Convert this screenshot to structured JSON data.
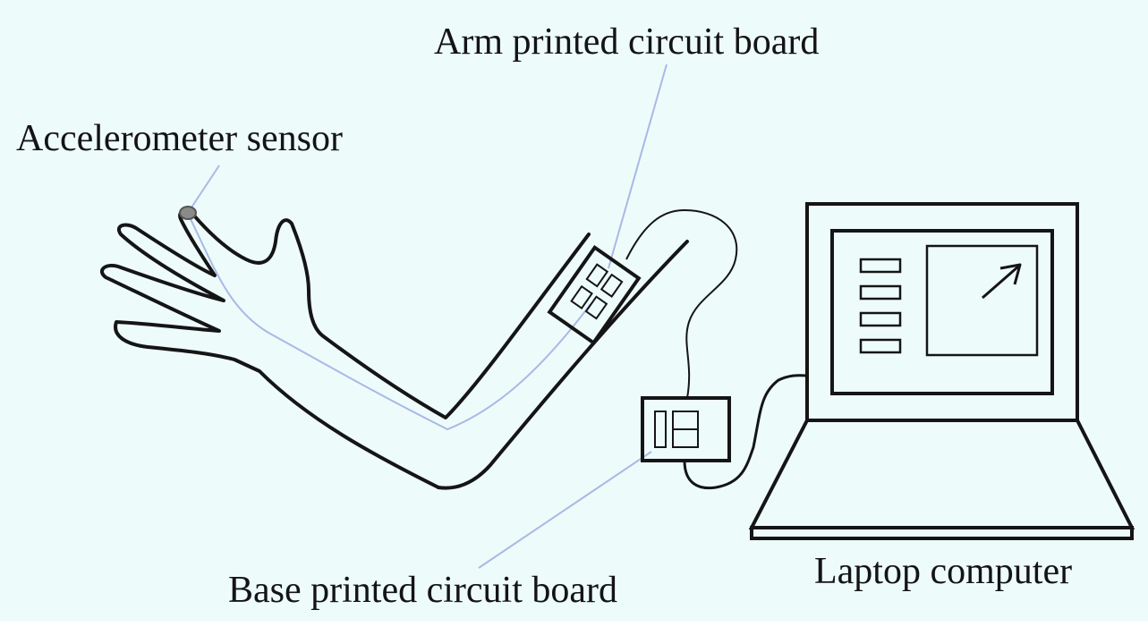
{
  "colors": {
    "background": "#eefbfb",
    "line": "#151515",
    "leader": "#a8b9e6",
    "sensor": "#8a8a8a"
  },
  "labels": {
    "arm_board": "Arm printed circuit board",
    "accelerometer": "Accelerometer sensor",
    "base_board": "Base printed circuit board",
    "laptop": "Laptop computer"
  }
}
